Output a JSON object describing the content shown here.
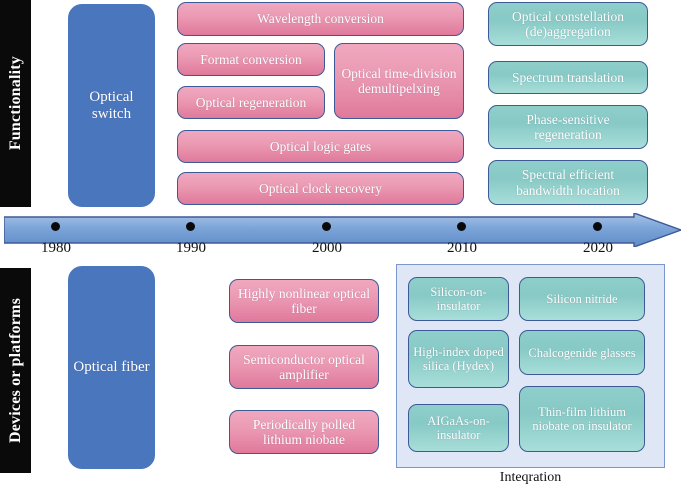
{
  "figure": {
    "rows": [
      {
        "category_label": "Functionality",
        "nodes": [
          {
            "name": "optical-switch",
            "label": "Optical switch",
            "style": "blue"
          },
          {
            "name": "wavelength-conversion",
            "label": "Wavelength conversion",
            "style": "pink"
          },
          {
            "name": "format-conversion",
            "label": "Format conversion",
            "style": "pink"
          },
          {
            "name": "optical-regeneration",
            "label": "Optical regeneration",
            "style": "pink"
          },
          {
            "name": "optical-time-division-demultipelxing",
            "label": "Optical time-division demultipelxing",
            "style": "pink"
          },
          {
            "name": "optical-logic-gates",
            "label": "Optical logic gates",
            "style": "pink"
          },
          {
            "name": "optical-clock-recovery",
            "label": "Optical clock recovery",
            "style": "pink"
          },
          {
            "name": "optical-constellation-deaggregation",
            "label": "Optical constellation (de)aggregation",
            "style": "teal"
          },
          {
            "name": "spectrum-translation",
            "label": "Spectrum translation",
            "style": "teal"
          },
          {
            "name": "phase-sensitive-regeneration",
            "label": "Phase-sensitive regeneration",
            "style": "teal"
          },
          {
            "name": "spectral-efficient-bandwidth-location",
            "label": "Spectral efficient bandwidth location",
            "style": "teal"
          }
        ]
      },
      {
        "category_label": "Devices or platforms",
        "nodes": [
          {
            "name": "optical-fiber",
            "label": "Optical fiber",
            "style": "blue"
          },
          {
            "name": "highly-nonlinear-optical-fiber",
            "label": "Highly nonlinear optical fiber",
            "style": "pink"
          },
          {
            "name": "semiconductor-optical-amplifier",
            "label": "Semiconductor optical amplifier",
            "style": "pink"
          },
          {
            "name": "periodically-polled-lithium-niobate",
            "label": "Periodically polled lithium niobate",
            "style": "pink"
          },
          {
            "name": "silicon-on-insulator",
            "label": "Silicon-on-insulator",
            "style": "teal"
          },
          {
            "name": "silicon-nitride",
            "label": "Silicon nitride",
            "style": "teal"
          },
          {
            "name": "high-index-doped-silica-hydex",
            "label": "High-index doped silica (Hydex)",
            "style": "teal"
          },
          {
            "name": "chalcogenide-glasses",
            "label": "Chalcogenide glasses",
            "style": "teal"
          },
          {
            "name": "algaas-on-insulator",
            "label": "AIGaAs-on-insulator",
            "style": "teal"
          },
          {
            "name": "thin-film-lithium-niobate-on-insulator",
            "label": "Thin-film lithium niobate on insulator",
            "style": "teal"
          }
        ]
      }
    ],
    "integration_caption": "Inteqration",
    "timeline": {
      "ticks": [
        {
          "label": "1980"
        },
        {
          "label": "1990"
        },
        {
          "label": "2000"
        },
        {
          "label": "2010"
        },
        {
          "label": "2020"
        }
      ]
    },
    "colors": {
      "pink": "#eb9ab4",
      "teal": "#8fcfcb",
      "blue": "#4a76bd",
      "arrow": "#6e9ad4",
      "category_bar": "#0a0a0a",
      "integration_panel": "#dfe6f5"
    }
  },
  "labels": {
    "functionality": "Functionality",
    "devices_or_platforms": "Devices or platforms",
    "optical_switch": "Optical switch",
    "optical_fiber": "Optical fiber",
    "wavelength_conversion": "Wavelength conversion",
    "format_conversion": "Format conversion",
    "optical_regeneration": "Optical regeneration",
    "otdm": "Optical time-division demultipelxing",
    "optical_logic_gates": "Optical logic gates",
    "optical_clock_recovery": "Optical clock recovery",
    "optical_constellation": "Optical constellation (de)aggregation",
    "spectrum_translation": "Spectrum translation",
    "phase_sensitive_regeneration": "Phase-sensitive regeneration",
    "spectral_efficient_bandwidth": "Spectral efficient bandwidth location",
    "highly_nonlinear_optical_fiber": "Highly nonlinear optical fiber",
    "semiconductor_optical_amplifier": "Semiconductor optical amplifier",
    "periodically_polled_lithium_niobate": "Periodically polled lithium niobate",
    "silicon_on_insulator": "Silicon-on-insulator",
    "silicon_nitride": "Silicon nitride",
    "high_index_doped_silica": "High-index doped silica (Hydex)",
    "chalcogenide_glasses": "Chalcogenide glasses",
    "algaas_on_insulator": "AIGaAs-on-insulator",
    "thin_film_lithium_niobate": "Thin-film lithium niobate on insulator",
    "integration": "Inteqration",
    "year_1980": "1980",
    "year_1990": "1990",
    "year_2000": "2000",
    "year_2010": "2010",
    "year_2020": "2020"
  }
}
